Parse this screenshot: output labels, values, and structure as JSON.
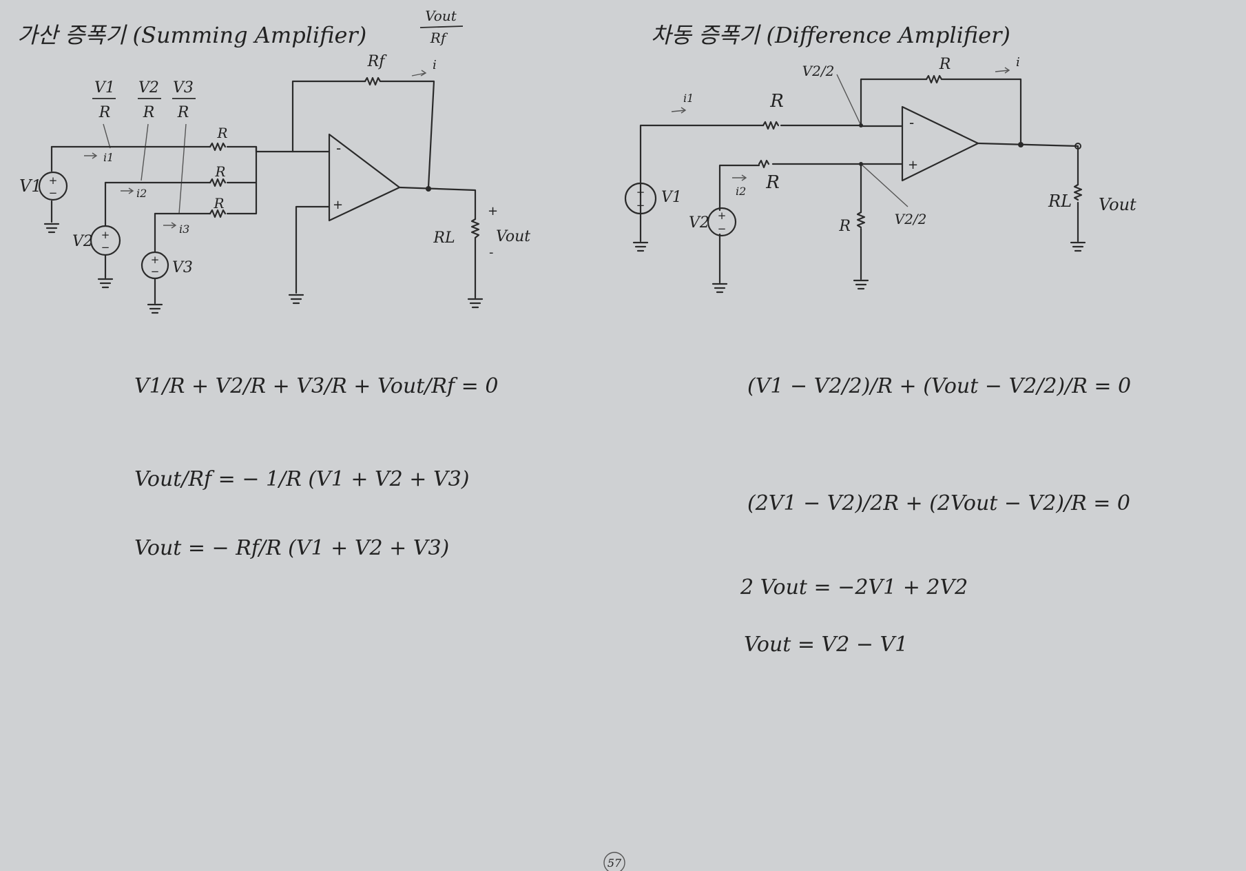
{
  "left": {
    "title": "가산 증폭기 (Summing Amplifier)",
    "top_fraction": {
      "num": "Vout",
      "den": "Rf"
    },
    "labels": {
      "rf": "Rf",
      "i": "i",
      "r1": "R",
      "r2": "R",
      "r3": "R",
      "v1_num": "V1",
      "v2_num": "V2",
      "v3_num": "V3",
      "r_den1": "R",
      "r_den2": "R",
      "r_den3": "R",
      "i1": "i1",
      "i2": "i2",
      "i3": "i3",
      "v1": "V1",
      "v2": "V2",
      "v3": "V3",
      "rl": "RL",
      "vout": "Vout",
      "plus": "+",
      "minus": "-",
      "opamp_minus": "-",
      "opamp_plus": "+"
    },
    "equations": [
      "V1/R + V2/R + V3/R + Vout/Rf = 0",
      "Vout/Rf = − 1/R (V1 + V2 + V3)",
      "Vout = − Rf/R (V1 + V2 + V3)"
    ]
  },
  "right": {
    "title": "차동 증폭기 (Difference Amplifier)",
    "labels": {
      "r_fb": "R",
      "i": "i",
      "i1": "i1",
      "r_in": "R",
      "v2half_top": "V2/2",
      "r_plus": "R",
      "i2": "i2",
      "v1": "V1",
      "v2": "V2",
      "r_gnd": "R",
      "v2half_bot": "V2/2",
      "rl": "RL",
      "vout": "Vout",
      "opamp_minus": "-",
      "opamp_plus": "+"
    },
    "equations": [
      "(V1 − V2/2)/R + (Vout − V2/2)/R = 0",
      "(2V1 − V2)/2R + (2Vout − V2)/R = 0",
      "2 Vout = −2V1 + 2V2",
      "Vout = V2 − V1"
    ]
  },
  "page_number": "57"
}
